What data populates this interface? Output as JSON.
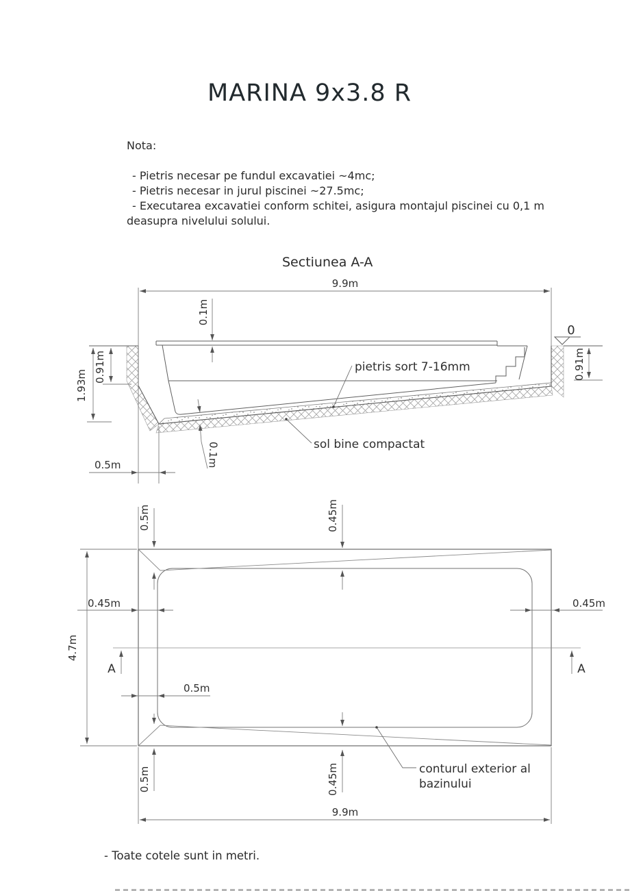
{
  "title": "MARINA 9x3.8 R",
  "note": {
    "heading": "Nota:",
    "items": [
      "- Pietris necesar pe fundul excavatiei ~4mc;",
      "- Pietris necesar in jurul piscinei ~27.5mc;",
      "- Executarea excavatiei conform schitei, asigura montajul piscinei cu 0,1 m deasupra nivelului solului."
    ]
  },
  "section_view": {
    "title": "Sectiunea A-A",
    "dimensions": {
      "total_width": "9.9m",
      "above_ground": "0.1m",
      "depth_left_upper": "0.91m",
      "depth_left_total": "1.93m",
      "side_offset": "0.5m",
      "gravel_thickness": "0.1m",
      "datum": "0",
      "depth_right": "0.91m"
    },
    "labels": {
      "gravel": "pietris sort 7-16mm",
      "soil": "sol bine compactat"
    }
  },
  "plan_view": {
    "dimensions": {
      "top_left_offset": "0.5m",
      "top_center_offset": "0.45m",
      "left_offset": "0.45m",
      "overall_width": "4.7m",
      "mid_left_offset": "0.5m",
      "right_offset": "0.45m",
      "bottom_left_offset": "0.5m",
      "bottom_center_offset": "0.45m",
      "overall_length": "9.9m"
    },
    "section_marker_left": "A",
    "section_marker_right": "A",
    "contour_label_line1": "conturul exterior al",
    "contour_label_line2": "bazinului"
  },
  "footer_note": "- Toate cotele sunt in metri.",
  "palette": {
    "ink": "#2f2f2f",
    "outline": "#5e5e5e",
    "dimension_line": "#7d7d7d",
    "hatch": "#a3a3a3",
    "background": "#ffffff"
  }
}
